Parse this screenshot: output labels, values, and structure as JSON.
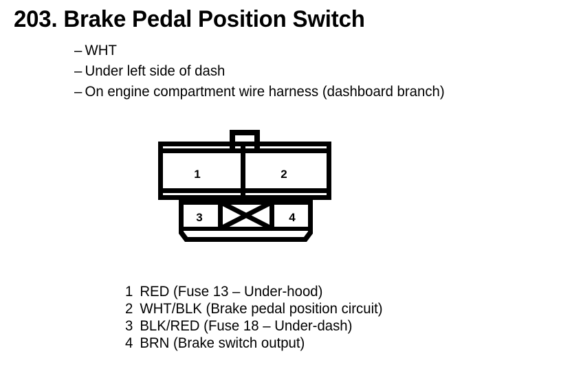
{
  "header": {
    "number": "203.",
    "title": "Brake Pedal Position Switch",
    "full_title": "203. Brake Pedal Position Switch"
  },
  "notes": {
    "dash": "–",
    "items": [
      "WHT",
      "Under left side of dash",
      "On engine compartment wire harness (dashboard branch)"
    ]
  },
  "connector": {
    "name": "4-pin connector",
    "top_row": [
      {
        "pin": "1"
      },
      {
        "pin": "2"
      }
    ],
    "bottom_row": [
      {
        "pin": "3"
      },
      {
        "pin": "blocked",
        "label": ""
      },
      {
        "pin": "4"
      }
    ],
    "blocked_cavity_marker": "X"
  },
  "legend": {
    "rows": [
      {
        "num": "1",
        "text": "RED (Fuse 13 – Under-hood)"
      },
      {
        "num": "2",
        "text": "WHT/BLK (Brake pedal position circuit)"
      },
      {
        "num": "3",
        "text": "BLK/RED (Fuse 18 – Under-dash)"
      },
      {
        "num": "4",
        "text": "BRN (Brake switch output)"
      }
    ]
  },
  "colors": {
    "ink": "#000000",
    "paper": "#ffffff"
  }
}
